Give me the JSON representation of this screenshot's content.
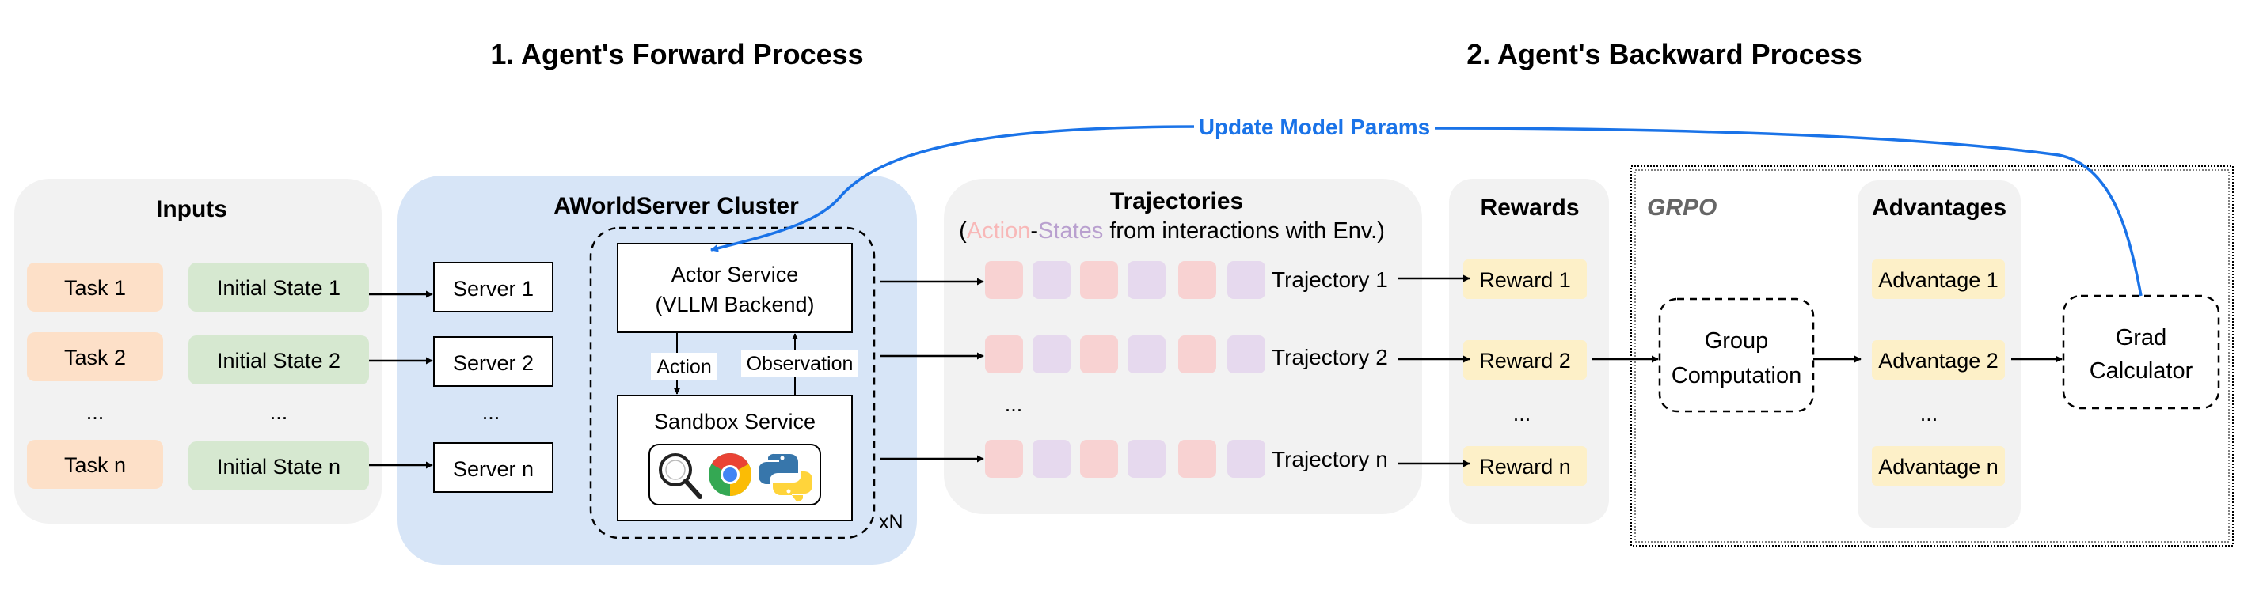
{
  "titles": {
    "forward": "1. Agent's Forward Process",
    "backward": "2. Agent's Backward Process"
  },
  "update_label": "Update Model Params",
  "inputs": {
    "title": "Inputs",
    "tasks": [
      "Task 1",
      "Task 2",
      "...",
      "Task n"
    ],
    "states": [
      "Initial State 1",
      "Initial State 2",
      "...",
      "Initial State n"
    ]
  },
  "cluster": {
    "title": "AWorldServer Cluster",
    "servers": [
      "Server 1",
      "Server 2",
      "...",
      "Server n"
    ],
    "actor_line1": "Actor Service",
    "actor_line2": "(VLLM Backend)",
    "action_label": "Action",
    "observation_label": "Observation",
    "sandbox_title": "Sandbox Service",
    "multiplier": "xN",
    "tool_icons": [
      "search-icon",
      "chrome-icon",
      "python-icon"
    ]
  },
  "trajectories": {
    "title": "Trajectories",
    "open_paren": "(",
    "subtitle_action": "Action",
    "subtitle_dash": "-",
    "subtitle_states": "States",
    "subtitle_rest": " from interactions with Env.)",
    "labels": [
      "Trajectory 1",
      "Trajectory 2",
      "Trajectory n"
    ],
    "ellipsis": "..."
  },
  "rewards": {
    "title": "Rewards",
    "items": [
      "Reward 1",
      "Reward 2",
      "...",
      "Reward n"
    ]
  },
  "grpo": {
    "label": "GRPO",
    "group_line1": "Group",
    "group_line2": "Computation",
    "advantages_title": "Advantages",
    "advantages": [
      "Advantage 1",
      "Advantage 2",
      "...",
      "Advantage n"
    ],
    "grad_line1": "Grad",
    "grad_line2": "Calculator"
  },
  "colors": {
    "task": "#fde0c8",
    "state": "#d6e8d0",
    "panel": "#f2f2f2",
    "cluster": "#d7e5f7",
    "reward": "#fdf0c8",
    "action_cell": "#f8d2d2",
    "state_cell": "#e6d9ee",
    "update_arrow": "#1a73e8"
  }
}
